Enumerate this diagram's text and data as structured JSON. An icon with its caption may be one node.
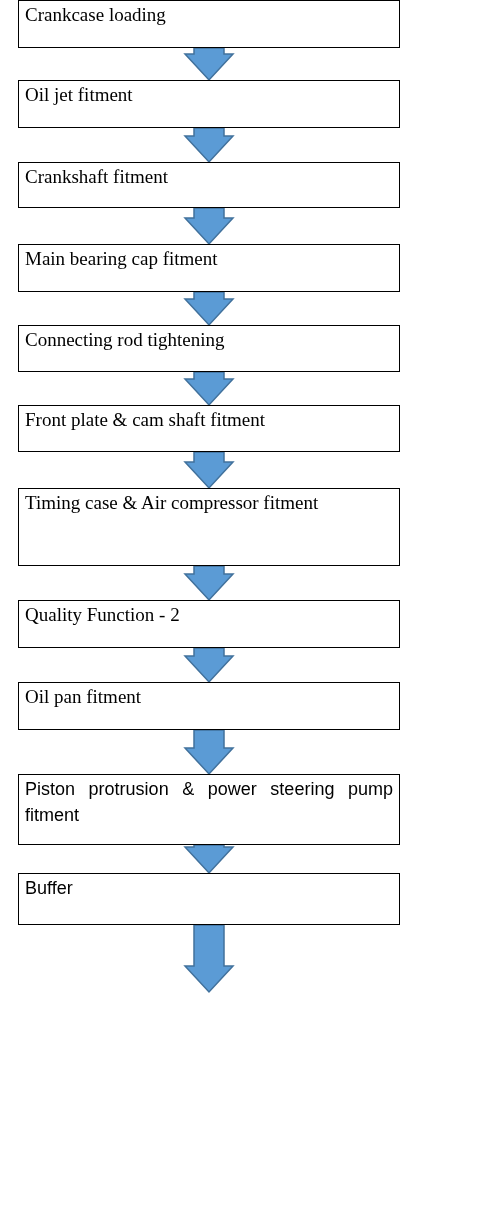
{
  "diagram": {
    "nodes": [
      {
        "text": [
          "Crankcase loading"
        ]
      },
      {
        "text": [
          "Oil jet fitment"
        ]
      },
      {
        "text": [
          "Crankshaft fitment"
        ]
      },
      {
        "text": [
          "Main bearing cap fitment"
        ]
      },
      {
        "text": [
          "Connecting rod tightening"
        ]
      },
      {
        "text": [
          "Front plate & cam shaft fitment"
        ]
      },
      {
        "text": [
          "Timing case & Air compressor fitment"
        ]
      },
      {
        "text": [
          "Quality Function - 2"
        ]
      },
      {
        "text": [
          "Oil pan fitment"
        ]
      },
      {
        "text": [
          "Piston protrusion & power steering pump fitment"
        ]
      },
      {
        "text": [
          "Buffer"
        ]
      }
    ],
    "edges": [
      {
        "from": 0,
        "to": 1,
        "arrow": "to"
      },
      {
        "from": 1,
        "to": 2,
        "arrow": "to"
      },
      {
        "from": 2,
        "to": 3,
        "arrow": "to"
      },
      {
        "from": 3,
        "to": 4,
        "arrow": "to"
      },
      {
        "from": 4,
        "to": 5,
        "arrow": "to"
      },
      {
        "from": 5,
        "to": 6,
        "arrow": "to"
      },
      {
        "from": 6,
        "to": 7,
        "arrow": "to"
      },
      {
        "from": 7,
        "to": 8,
        "arrow": "to"
      },
      {
        "from": 8,
        "to": 9,
        "arrow": "to"
      },
      {
        "from": 9,
        "to": 10,
        "arrow": "to"
      },
      {
        "from": 10,
        "to": null,
        "arrow": "to"
      }
    ]
  }
}
